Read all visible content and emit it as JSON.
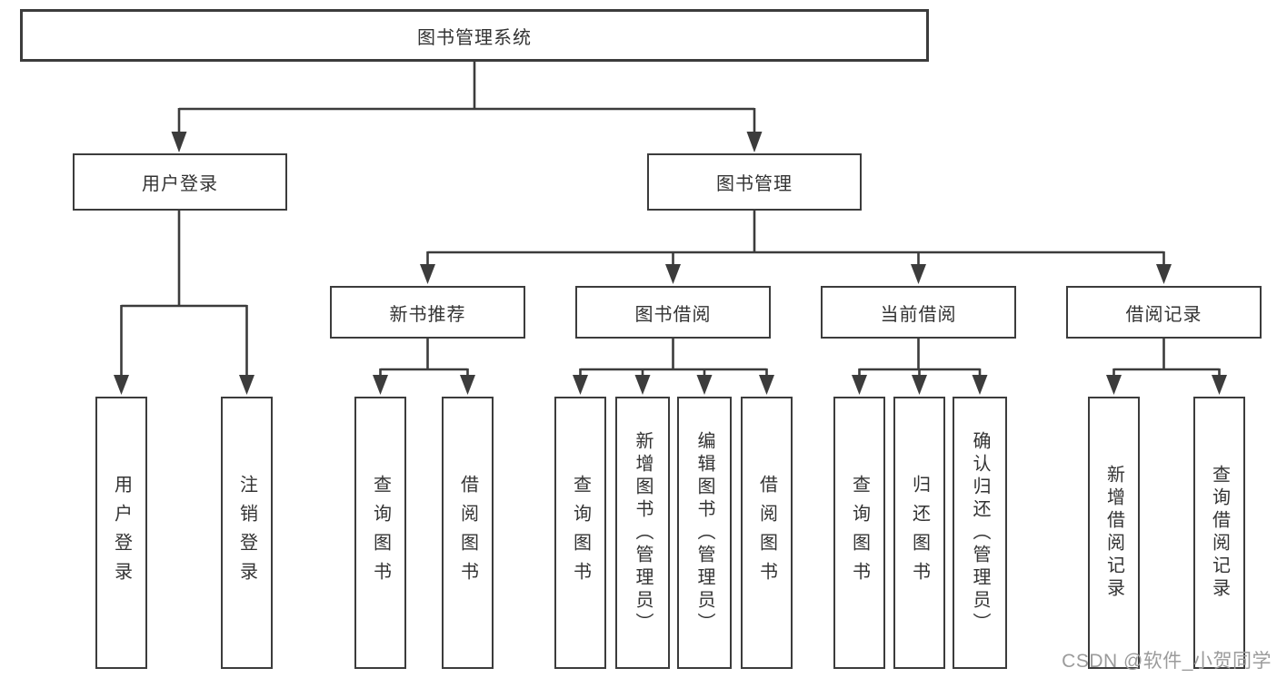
{
  "diagram": {
    "tree": {
      "label": "图书管理系统",
      "children": [
        {
          "label": "用户登录",
          "children": [
            {
              "label": "用户登录"
            },
            {
              "label": "注销登录"
            }
          ]
        },
        {
          "label": "图书管理",
          "children": [
            {
              "label": "新书推荐",
              "children": [
                {
                  "label": "查询图书"
                },
                {
                  "label": "借阅图书"
                }
              ]
            },
            {
              "label": "图书借阅",
              "children": [
                {
                  "label": "查询图书"
                },
                {
                  "label": "新增图书（管理员）"
                },
                {
                  "label": "编辑图书（管理员）"
                },
                {
                  "label": "借阅图书"
                }
              ]
            },
            {
              "label": "当前借阅",
              "children": [
                {
                  "label": "查询图书"
                },
                {
                  "label": "归还图书"
                },
                {
                  "label": "确认归还（管理员）"
                }
              ]
            },
            {
              "label": "借阅记录",
              "children": [
                {
                  "label": "新增借阅记录"
                },
                {
                  "label": "查询借阅记录"
                }
              ]
            }
          ]
        }
      ]
    }
  },
  "watermark": {
    "text": "CSDN @软件_小贺同学"
  },
  "colors": {
    "line": "#3c3c3c",
    "text": "#333333",
    "background": "#ffffff",
    "watermark": "#9b9b9b"
  }
}
